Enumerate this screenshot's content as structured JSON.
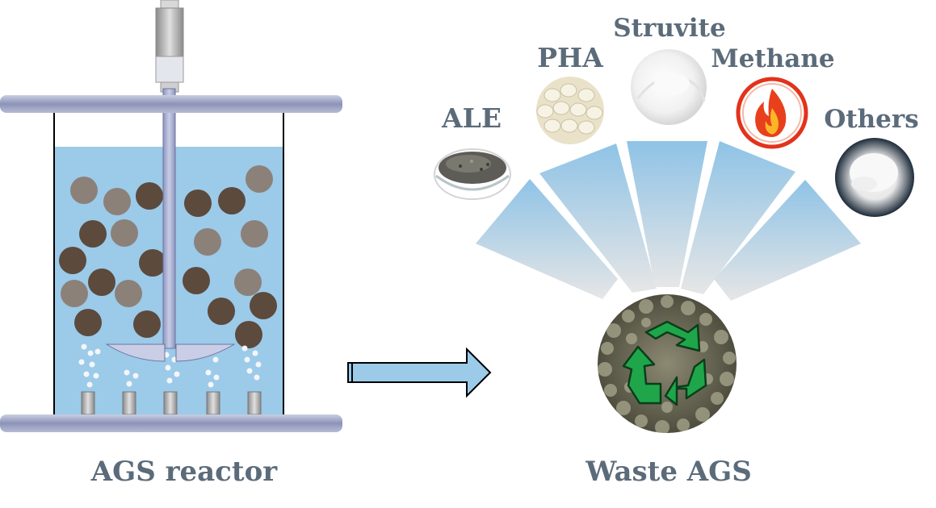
{
  "reactor": {
    "caption": "AGS reactor"
  },
  "waste": {
    "caption": "Waste AGS",
    "icon": "recycle-icon"
  },
  "products": [
    {
      "key": "ale",
      "label": "ALE",
      "image": "dark-powder-dish"
    },
    {
      "key": "pha",
      "label": "PHA",
      "image": "white-pellets"
    },
    {
      "key": "struvite",
      "label": "Struvite",
      "image": "white-powder"
    },
    {
      "key": "methane",
      "label": "Methane",
      "image": "flame-icon"
    },
    {
      "key": "others",
      "label": "Others",
      "image": "white-powder-dark-bg"
    }
  ],
  "colors": {
    "water": "#9ccae9",
    "label": "#5b6b7a",
    "recycle": "#1fa64a",
    "flame": "#e8401c",
    "granule_dark": "#5c4a3d",
    "granule_light": "#8b8179"
  }
}
